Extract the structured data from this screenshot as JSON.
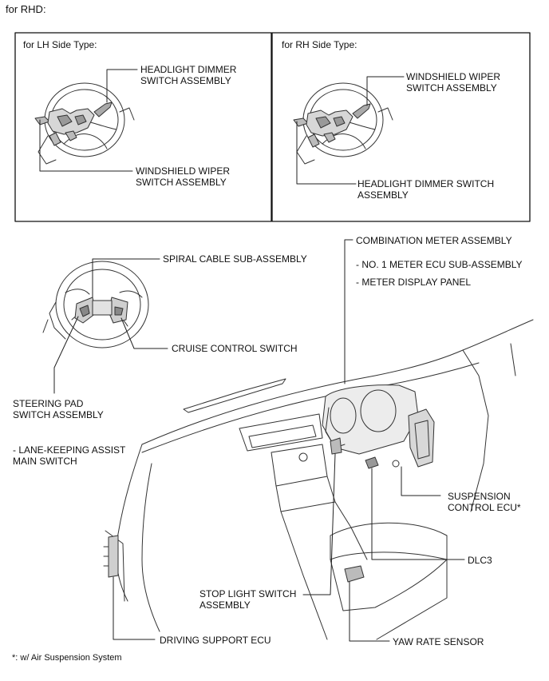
{
  "header": "for RHD:",
  "panels": {
    "lh": {
      "title": "for LH Side Type:",
      "label_headlight": "HEADLIGHT DIMMER\nSWITCH ASSEMBLY",
      "label_wiper": "WINDSHIELD WIPER\nSWITCH ASSEMBLY"
    },
    "rh": {
      "title": "for RH Side Type:",
      "label_wiper": "WINDSHIELD WIPER\nSWITCH ASSEMBLY",
      "label_headlight": "HEADLIGHT DIMMER SWITCH\nASSEMBLY"
    }
  },
  "main": {
    "combination_meter": "COMBINATION METER ASSEMBLY",
    "meter_ecu": "- NO. 1 METER ECU SUB-ASSEMBLY",
    "meter_display": "- METER DISPLAY PANEL",
    "spiral_cable": "SPIRAL CABLE SUB-ASSEMBLY",
    "cruise_control": "CRUISE CONTROL SWITCH",
    "steering_pad": "STEERING PAD\nSWITCH ASSEMBLY",
    "lane_keeping": "- LANE-KEEPING ASSIST\nMAIN SWITCH",
    "suspension_ecu": "SUSPENSION\nCONTROL ECU*",
    "dlc3": "DLC3",
    "stop_light": "STOP LIGHT SWITCH\nASSEMBLY",
    "driving_support": "DRIVING SUPPORT ECU",
    "yaw_rate": "YAW RATE SENSOR"
  },
  "footnote": "*: w/ Air Suspension System"
}
